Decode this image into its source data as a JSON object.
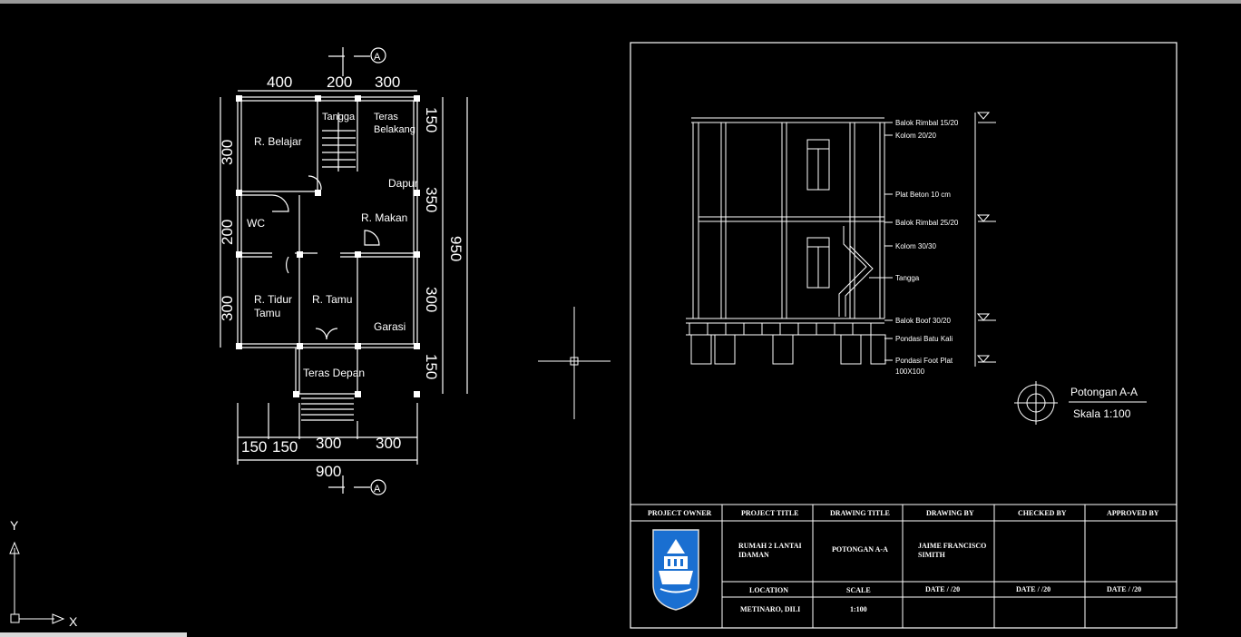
{
  "window": {
    "bg": "#000000",
    "line": "#ffffff"
  },
  "floorplan": {
    "rooms": {
      "belajar": "R. Belajar",
      "tangga": "Tangga",
      "teras_belakang": "Teras\nBelakang",
      "dapur": "Dapur",
      "wc": "WC",
      "makan": "R. Makan",
      "tidur_tamu": "R. Tidur\nTamu",
      "tamu": "R. Tamu",
      "garasi": "Garasi",
      "teras_depan": "Teras Depan"
    },
    "dims_top": [
      "400",
      "200",
      "300"
    ],
    "dims_bottom": [
      "150",
      "150",
      "300",
      "300"
    ],
    "dim_bottom_total": "900",
    "dims_left": [
      "300",
      "200",
      "300"
    ],
    "dims_right": [
      "150",
      "350",
      "300",
      "150"
    ],
    "dim_right_total": "950",
    "section_marker": "A"
  },
  "section": {
    "labels": [
      "Balok Rimbal 15/20",
      "Kolom 20/20",
      "Plat Beton 10 cm",
      "Balok Rimbal 25/20",
      "Kolom 30/30",
      "Tangga",
      "Balok Boof 30/20",
      "Pondasi Batu Kali",
      "Pondasi Foot Plat",
      "100X100"
    ],
    "title": "Potongan A-A",
    "scale": "Skala 1:100"
  },
  "titleblock": {
    "headers": [
      "PROJECT OWNER",
      "PROJECT TITLE",
      "DRAWING TITLE",
      "DRAWING BY",
      "CHECKED BY",
      "APPROVED BY"
    ],
    "project_title": "RUMAH 2 LANTAI\nIDAMAN",
    "drawing_title": "POTONGAN A-A",
    "drawing_by": "JAIME FRANCISCO\nSIMITH",
    "location_label": "LOCATION",
    "location_value": "METINARO, DILI",
    "scale_label": "SCALE",
    "scale_value": "1:100",
    "date_label": "DATE   /   /20"
  },
  "ucs": {
    "x": "X",
    "y": "Y"
  }
}
